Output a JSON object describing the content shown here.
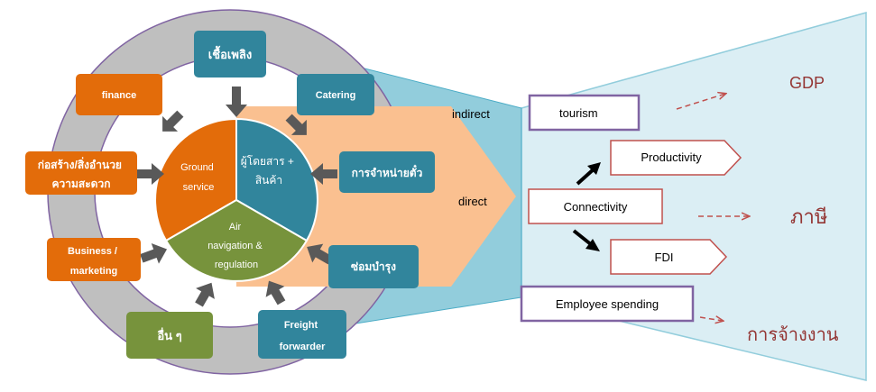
{
  "center": {
    "ground": [
      "Ground",
      "service"
    ],
    "passenger": [
      "ผู้โดยสาร +",
      "สินค้า"
    ],
    "air": [
      "Air",
      "navigation &",
      "regulation"
    ]
  },
  "outer_boxes": {
    "fuel": "เชื้อเพลิง",
    "finance": "finance",
    "catering": "Catering",
    "construction": [
      "ก่อสร้าง/สิ่งอำนวย",
      "ความสะดวก"
    ],
    "ticketing": "การจำหน่ายตั๋ว",
    "business": [
      "Business /",
      "marketing"
    ],
    "maintenance": "ซ่อมบำรุง",
    "others": "อื่น ๆ",
    "freight": [
      "Freight",
      "forwarder"
    ]
  },
  "impact_labels": {
    "indirect": "indirect",
    "direct": "direct"
  },
  "effects": {
    "tourism": "tourism",
    "productivity": "Productivity",
    "connectivity": "Connectivity",
    "fdi": "FDI",
    "employee": "Employee spending"
  },
  "outcomes": {
    "gdp": "GDP",
    "tax": "ภาษี",
    "employment": "การจ้างงาน"
  },
  "colors": {
    "orange": "#e36c0a",
    "teal": "#31859c",
    "green": "#77933c",
    "ring": "#bfbfbf",
    "light_blue": "#92cddc",
    "pale_blue": "#dbeef4",
    "peach": "#fac090",
    "outcome_text": "#943634",
    "purple_border": "#8064a2",
    "red_border": "#c0504d"
  }
}
